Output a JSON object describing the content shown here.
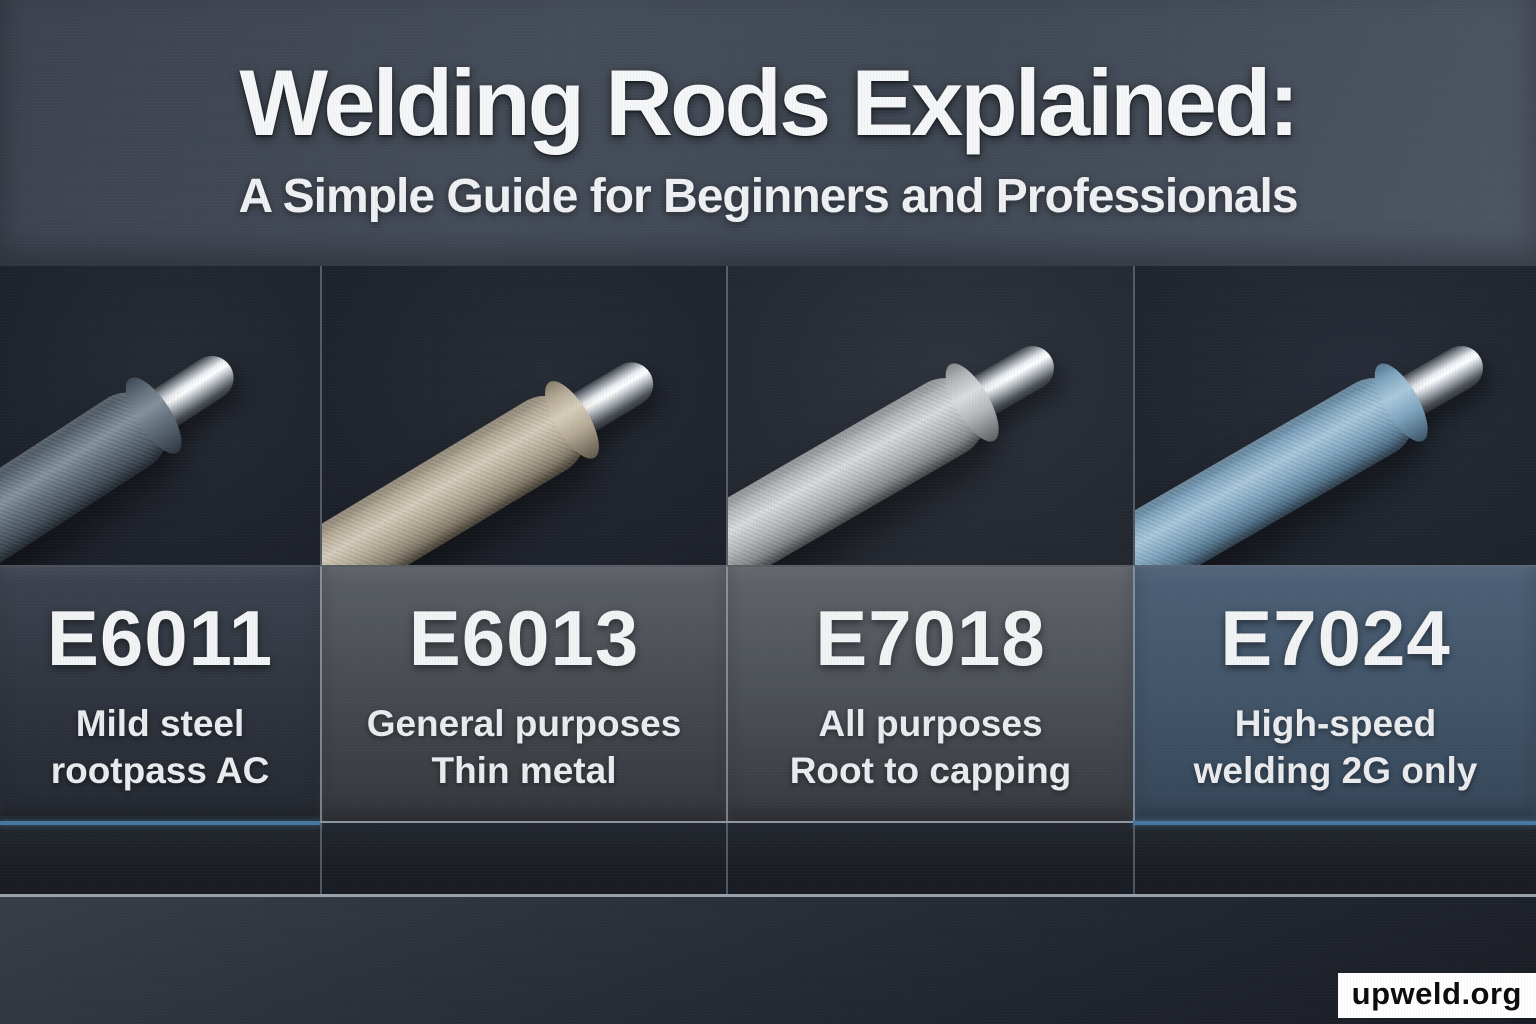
{
  "header": {
    "title": "Welding Rods Explained:",
    "subtitle": "A Simple Guide for Beginners and Professionals"
  },
  "rods": [
    {
      "code": "E6011",
      "description": [
        "Mild steel",
        "rootpass AC"
      ],
      "coating": {
        "name": "blue-gray-flux-rod",
        "highlight": "#84919d",
        "mid": "#5f6c78",
        "shadow": "#404b56",
        "dark": "#2f3842"
      },
      "band": {
        "top": "#3d4450",
        "mid": "#2e333d",
        "bottom": "#252931"
      }
    },
    {
      "code": "E6013",
      "description": [
        "General purposes",
        "Thin metal"
      ],
      "coating": {
        "name": "tan-flux-rod",
        "highlight": "#d6cdbb",
        "mid": "#b4aa96",
        "shadow": "#877e6c",
        "dark": "#625a4c"
      },
      "band": {
        "top": "#5b5f66",
        "mid": "#45494f",
        "bottom": "#34373d"
      }
    },
    {
      "code": "E7018",
      "description": [
        "All purposes",
        "Root to capping"
      ],
      "coating": {
        "name": "light-gray-flux-rod",
        "highlight": "#dadcde",
        "mid": "#b5b7ba",
        "shadow": "#86888c",
        "dark": "#5e6064"
      },
      "band": {
        "top": "#60646b",
        "mid": "#4a4e55",
        "bottom": "#36393f"
      }
    },
    {
      "code": "E7024",
      "description": [
        "High-speed",
        "welding 2G only"
      ],
      "coating": {
        "name": "blue-flux-rod",
        "highlight": "#abc8dc",
        "mid": "#81a7c1",
        "shadow": "#567891",
        "dark": "#3e576d"
      },
      "band": {
        "top": "#4c6077",
        "mid": "#415468",
        "bottom": "#354659"
      }
    }
  ],
  "footer": {
    "watermark": "upweld.org"
  },
  "colors": {
    "accent_line": "#4679a0",
    "header_background": "#454d59",
    "panel_background_dark": "#1e222a",
    "text": "#f3f4f6"
  }
}
